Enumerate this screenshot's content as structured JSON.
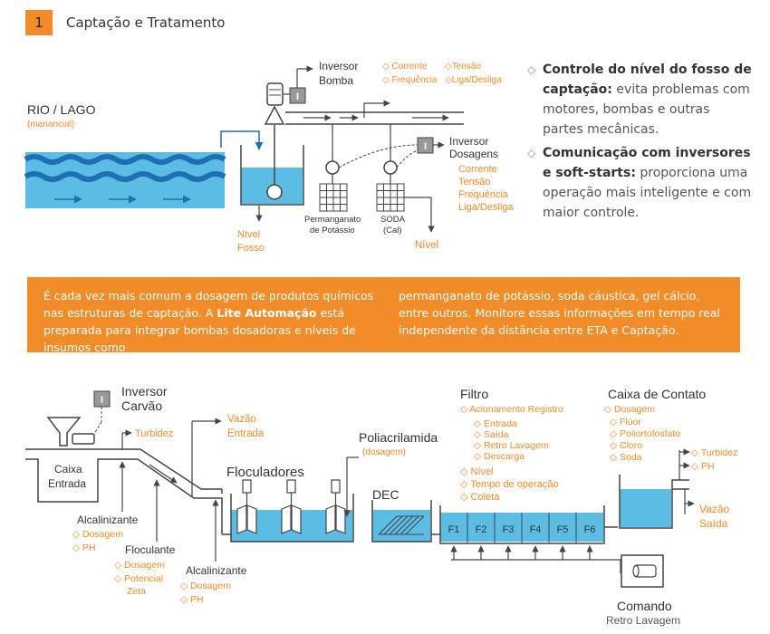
{
  "section": {
    "number": "1",
    "title": "Captação e Tratamento"
  },
  "top": {
    "source_title": "RIO / LAGO",
    "source_sub": "(manancial)",
    "inv_bomba": [
      "Inversor",
      "Bomba"
    ],
    "inv_bomba_params": [
      "Corrente",
      "Frequência",
      "Tensão",
      "Liga/Desliga"
    ],
    "inv_dosagens": [
      "Inversor",
      "Dosagens"
    ],
    "inv_dosagens_params": [
      "Corrente",
      "Tensão",
      "Frequência",
      "Liga/Desliga"
    ],
    "nivel_fosso": [
      "Nível",
      "Fosso"
    ],
    "permanganato": [
      "Permanganato",
      "de Potássio"
    ],
    "soda": [
      "SODA",
      "(Cal)"
    ],
    "nivel": "Nível",
    "inv_letter": "I"
  },
  "bullets": [
    {
      "bold": "Controle do nível do fosso de captação:",
      "text": " evita problemas com motores, bombas e outras partes mecânicas."
    },
    {
      "bold": "Comunicação com inversores e soft-starts:",
      "text": " proporciona uma operação mais inteligente e com maior controle."
    }
  ],
  "banner": {
    "col1_a": "É cada vez mais comum a dosagem de produtos químicos nas estruturas de captação. A ",
    "col1_bold": "Lite Automação",
    "col1_b": " está preparada para integrar bombas dosadoras e níveis de insumos como",
    "col2": "permanganato de potássio, soda cáustica, gel cálcio, entre outros. Monitore essas informações em tempo real independente da distância entre ETA e Captação."
  },
  "bottom": {
    "inv_carvao": [
      "Inversor",
      "Carvão"
    ],
    "caixa_entrada": [
      "Caixa",
      "Entrada"
    ],
    "turbidez": "Turbidez",
    "vazao_entrada": [
      "Vazão",
      "Entrada"
    ],
    "alcalinizante1": "Alcalinizante",
    "alcalinizante1_params": [
      "Dosagem",
      "PH"
    ],
    "floculante": "Floculante",
    "floculante_params": [
      "Dosagem",
      "Potencial",
      "Zeta"
    ],
    "alcalinizante2": "Alcalinizante",
    "alcalinizante2_params": [
      "Dosagem",
      "PH"
    ],
    "floculadores": "Floculadores",
    "poliacrilamida": "Poliacrilamida",
    "poliacrilamida_sub": "(dosagem)",
    "dec": "DEC",
    "filtro": "Filtro",
    "filtro_acionamento": "Acionamento Registro",
    "filtro_sub": [
      "Entrada",
      "Saída",
      "Retro Lavagem",
      "Descarga"
    ],
    "filtro_params": [
      "Nível",
      "Tempo de operação",
      "Coleta"
    ],
    "filters": [
      "F1",
      "F2",
      "F3",
      "F4",
      "F5",
      "F6"
    ],
    "caixa_contato": "Caixa de Contato",
    "caixa_contato_dosagem": "Dosagem",
    "caixa_contato_items": [
      "Flúor",
      "Poliortofosfato",
      "Cloro",
      "Soda"
    ],
    "saida_params": [
      "Turbidez",
      "PH"
    ],
    "vazao_saida": [
      "Vazão",
      "Saída"
    ],
    "comando": "Comando",
    "retro_lavagem": "Retro Lavagem",
    "inv_letter": "I"
  },
  "colors": {
    "orange": "#f28c28",
    "blue": "#5bbde4",
    "dark_blue": "#1f6fb3",
    "line": "#444444"
  }
}
